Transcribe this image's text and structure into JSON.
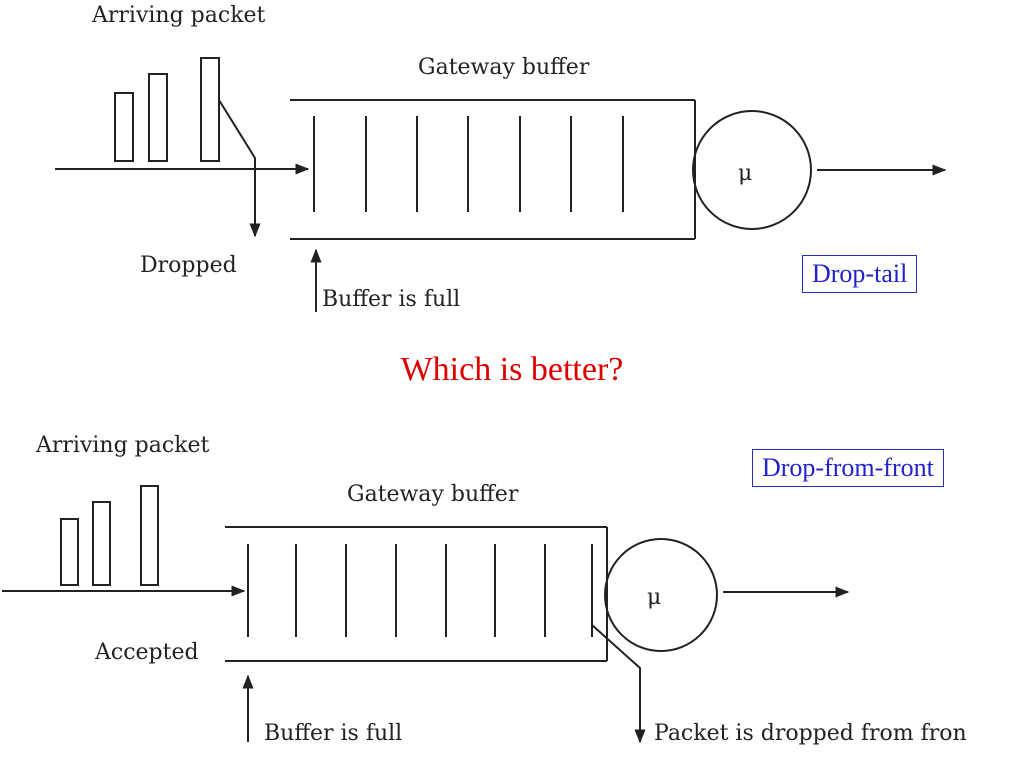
{
  "top": {
    "arriving_label": "Arriving packet",
    "buffer_label": "Gateway buffer",
    "server_symbol": "μ",
    "dropped_label": "Dropped",
    "buffer_full_label": "Buffer is full",
    "policy_tag": "Drop-tail"
  },
  "question": "Which is better?",
  "bottom": {
    "arriving_label": "Arriving packet",
    "buffer_label": "Gateway buffer",
    "server_symbol": "μ",
    "accepted_label": "Accepted",
    "buffer_full_label": "Buffer is full",
    "dropped_front_label": "Packet is dropped from fron",
    "policy_tag": "Drop-from-front"
  },
  "colors": {
    "tag_text": "#2222cc",
    "tag_border": "#2233bb",
    "question_text": "#dd0000",
    "line": "#222222"
  }
}
